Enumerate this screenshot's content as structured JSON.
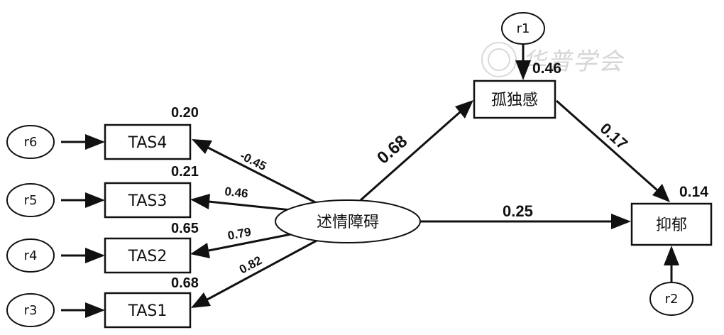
{
  "watermark": "华普学会",
  "nodes": {
    "alexithymia": "述情障碍",
    "loneliness": "孤独感",
    "depression": "抑郁",
    "tas1": "TAS1",
    "tas2": "TAS2",
    "tas3": "TAS3",
    "tas4": "TAS4"
  },
  "residuals": {
    "r1": "r1",
    "r2": "r2",
    "r3": "r3",
    "r4": "r4",
    "r5": "r5",
    "r6": "r6"
  },
  "r_squared": {
    "tas4": "0.20",
    "tas3": "0.21",
    "tas2": "0.65",
    "tas1": "0.68",
    "loneliness": "0.46",
    "depression": "0.14"
  },
  "paths": {
    "alexithymia_to_tas4": "-0.45",
    "alexithymia_to_tas3": "0.46",
    "alexithymia_to_tas2": "0.79",
    "alexithymia_to_tas1": "0.82",
    "alexithymia_to_loneliness": "0.68",
    "alexithymia_to_depression": "0.25",
    "loneliness_to_depression": "0.17"
  }
}
